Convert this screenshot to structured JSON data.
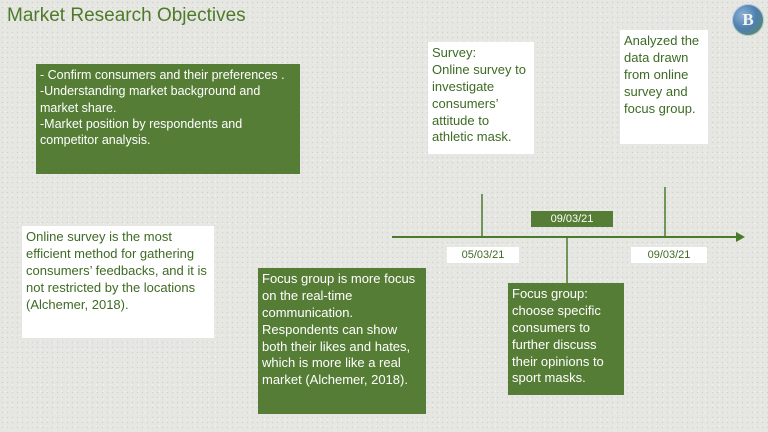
{
  "title": "Market Research Objectives",
  "logo": {
    "letter": "B"
  },
  "objectives": {
    "lines": [
      "- Confirm consumers and their preferences .",
      "-Understanding market background and market share.",
      "-Market position by respondents and competitor analysis."
    ]
  },
  "survey": {
    "lines": [
      "Survey:",
      "Online survey to investigate consumers’ attitude to athletic mask."
    ]
  },
  "analysis": {
    "text": "Analyzed the data drawn from online survey and focus group."
  },
  "online_note": {
    "text": "Online survey is the most efficient method for gathering consumers’ feedbacks, and it is not restricted by the locations (Alchemer, 2018)."
  },
  "focus_note": {
    "text": "Focus group is more focus on the real-time communication. Respondents can show both their likes and hates, which is more like a real market (Alchemer, 2018)."
  },
  "focus_group": {
    "lines": [
      "Focus group:",
      "choose specific consumers to further discuss their opinions to sport masks."
    ]
  },
  "timeline": {
    "dates": [
      "05/03/21",
      "09/03/21",
      "09/03/21"
    ]
  },
  "colors": {
    "accent_green": "#567d36",
    "title_green": "#4e7a2a",
    "text_green": "#3d6b23",
    "line_green": "#4a7a2c"
  }
}
